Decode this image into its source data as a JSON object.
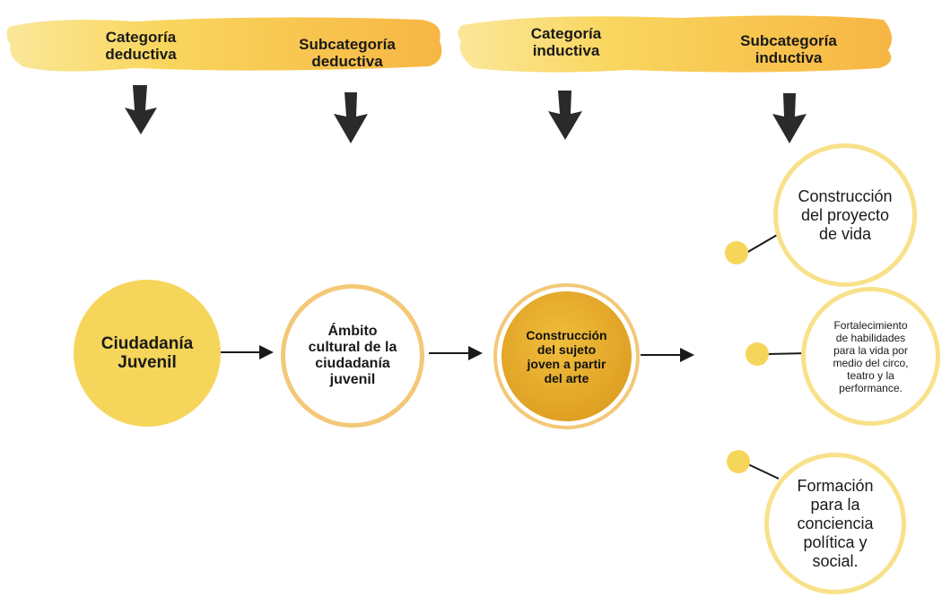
{
  "headers": {
    "cat_deductiva": "Categoría\ndeductiva",
    "subcat_deductiva": "Subcategoría\ndeductiva",
    "cat_inductiva": "Categoría\ninductiva",
    "subcat_inductiva": "Subcategoría\ninductiva"
  },
  "nodes": {
    "ciudadania": "Ciudadanía\nJuvenil",
    "ambito": "Ámbito\ncultural de la\nciudadanía\njuvenil",
    "construccion_sujeto": "Construcción\ndel sujeto\njoven a partir\ndel arte",
    "proyecto_vida": "Construcción\ndel proyecto\nde vida",
    "fortalecimiento": "Fortalecimiento\nde habilidades\npara la vida por\nmedio del circo,\nteatro y la\nperformance.",
    "formacion": "Formación\npara la\nconciencia\npolítica y\nsocial."
  },
  "colors": {
    "brush": "#f8c84a",
    "brush_light": "#fbe38a",
    "circle_fill": "#f6d55b",
    "circle_border": "#f3c877",
    "gold_fill": "#e8a623",
    "arrow": "#2a2a2a"
  }
}
